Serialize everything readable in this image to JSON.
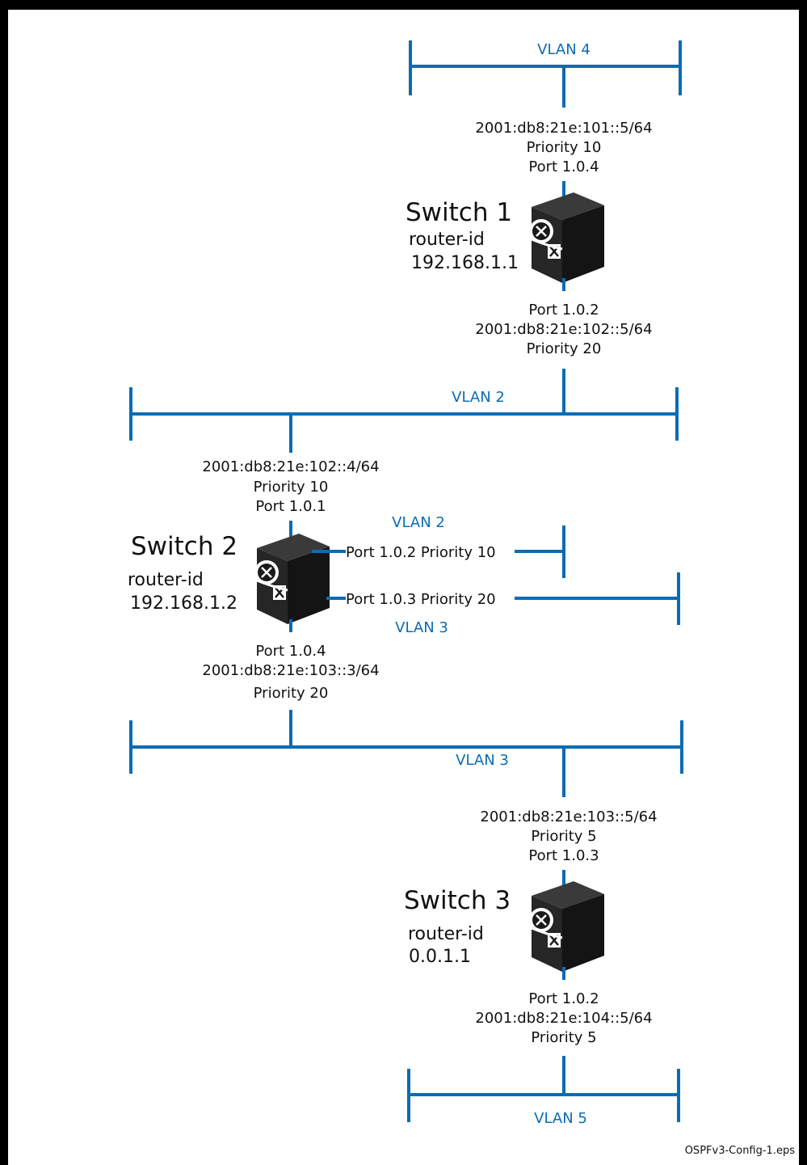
{
  "colors": {
    "line": "#0a6cb4",
    "text": "#111111",
    "device": "#1a1a1a"
  },
  "vlans": {
    "top": "VLAN 4",
    "upper": "VLAN 2",
    "mid_vlan2": "VLAN 2",
    "mid_vlan3": "VLAN 3",
    "lower": "VLAN 3",
    "bottom": "VLAN 5"
  },
  "switch1": {
    "name": "Switch 1",
    "router_id_label": "router-id",
    "router_id": "192.168.1.1",
    "icon": "router-switch-icon",
    "top_if": {
      "address": "2001:db8:21e:101::5/64",
      "priority": "Priority 10",
      "port": "Port 1.0.4"
    },
    "bottom_if": {
      "port": "Port 1.0.2",
      "address": "2001:db8:21e:102::5/64",
      "priority": "Priority 20"
    }
  },
  "switch2": {
    "name": "Switch 2",
    "router_id_label": "router-id",
    "router_id": "192.168.1.2",
    "icon": "router-switch-icon",
    "top_if": {
      "address": "2001:db8:21e:102::4/64",
      "priority": "Priority 10",
      "port": "Port 1.0.1"
    },
    "side_if_1": "Port 1.0.2 Priority 10",
    "side_if_2": "Port 1.0.3 Priority 20",
    "bottom_if": {
      "port": "Port 1.0.4",
      "address": "2001:db8:21e:103::3/64",
      "priority": "Priority 20"
    }
  },
  "switch3": {
    "name": "Switch 3",
    "router_id_label": "router-id",
    "router_id": "0.0.1.1",
    "icon": "router-switch-icon",
    "top_if": {
      "address": "2001:db8:21e:103::5/64",
      "priority": "Priority 5",
      "port": "Port 1.0.3"
    },
    "bottom_if": {
      "port": "Port 1.0.2",
      "address": "2001:db8:21e:104::5/64",
      "priority": "Priority 5"
    }
  },
  "caption": "OSPFv3-Config-1.eps"
}
